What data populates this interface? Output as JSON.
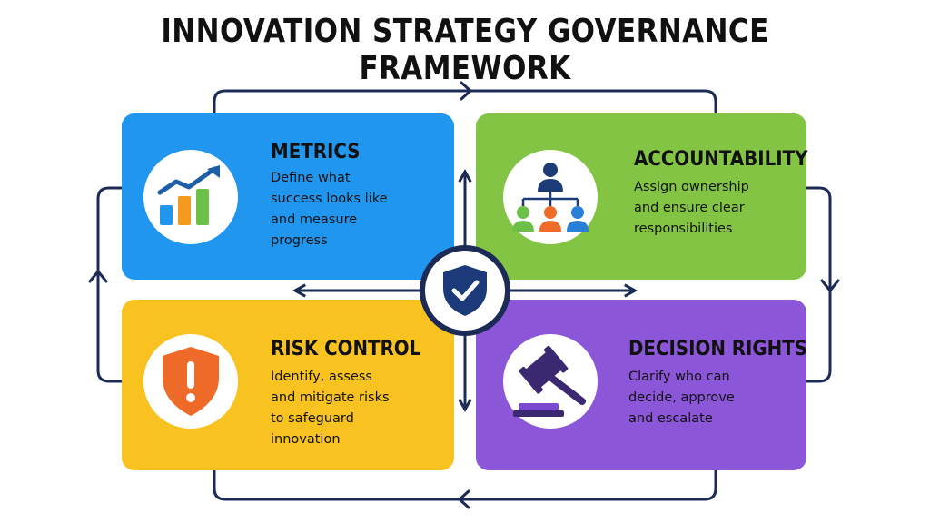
{
  "title": "INNOVATION STRATEGY GOVERNANCE FRAMEWORK",
  "colors": {
    "metrics": "#2196ee",
    "accountability": "#84c444",
    "risk_control": "#f8c220",
    "decision_rights": "#8b56d8",
    "navy": "#1c2a56"
  },
  "cards": {
    "metrics": {
      "heading": "METRICS",
      "description": "Define what\nsuccess looks like\nand measure\nprogress",
      "icon": "growth-chart-icon"
    },
    "accountability": {
      "heading": "ACCOUNTABILITY",
      "description": "Assign ownership\nand ensure clear\nresponsibilities",
      "icon": "org-chart-icon"
    },
    "risk_control": {
      "heading": "RISK CONTROL",
      "description": "Identify, assess\nand mitigate risks\nto safeguard\ninnovation",
      "icon": "warning-shield-icon"
    },
    "decision_rights": {
      "heading": "DECISION RIGHTS",
      "description": "Clarify who can\ndecide, approve\nand escalate",
      "icon": "gavel-icon"
    }
  },
  "hub": {
    "icon": "shield-check-icon"
  }
}
